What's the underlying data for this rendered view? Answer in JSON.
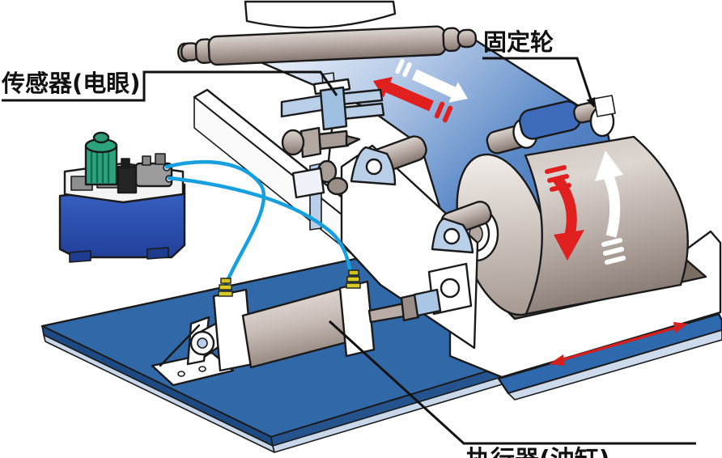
{
  "figure": {
    "kind": "technical-illustration",
    "subject": "web edge-position control (EPC) system with hydraulic actuator",
    "labels": {
      "sensor": "传感器(电眼)",
      "fixed_wheel": "固定轮",
      "actuator": "执行器(油缸)"
    },
    "colors": {
      "web_blue": "#2e62b0",
      "base_plate_blue": "#3168a8",
      "tank_blue": "#2d52b2",
      "motor_green": "#2aa37e",
      "hose_cyan": "#17a0e0",
      "arrow_red": "#e01f1f",
      "arrow_white": "#ffffff",
      "roller_gray": "#b3a7a1",
      "drum_gray": "#c6bcb6",
      "fitting_yellow": "#d8cc25",
      "outline": "#1a1a1a"
    },
    "arrows": {
      "web_red_direction": "up-left",
      "web_white_direction": "down-right",
      "drum_red_rotation": "down",
      "drum_white_rotation": "up",
      "rail_travel": "left-right double arrow"
    }
  }
}
